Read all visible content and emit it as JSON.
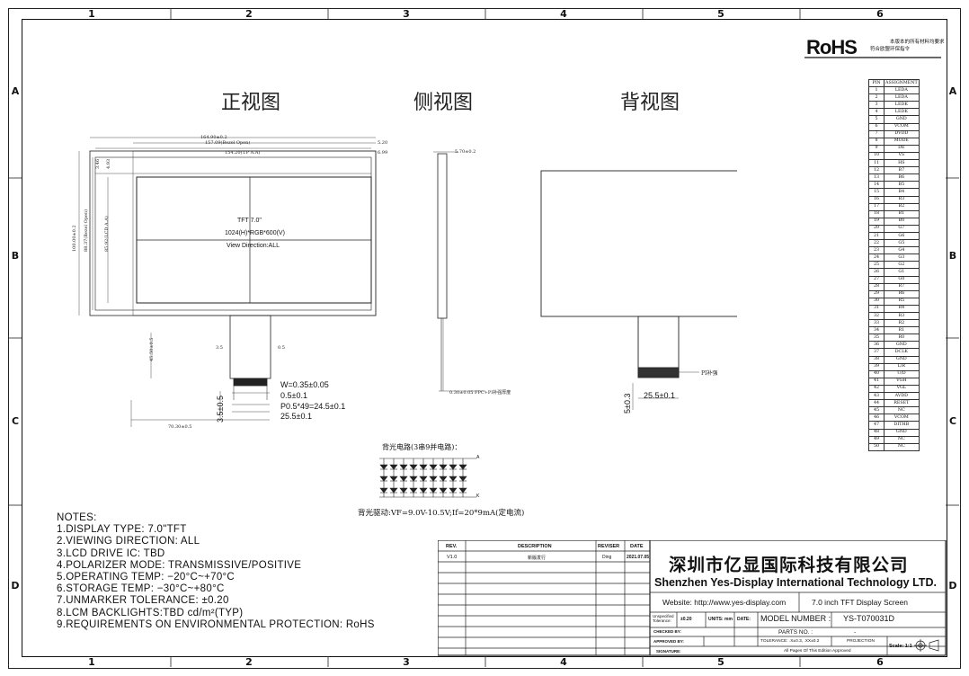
{
  "zones": {
    "columns": [
      "1",
      "2",
      "3",
      "4",
      "5",
      "6"
    ],
    "rows": [
      "A",
      "B",
      "C",
      "D"
    ]
  },
  "views": {
    "front": "正视图",
    "side": "侧视图",
    "back": "背视图"
  },
  "front_dims": {
    "w_outer": "164.90±0.2",
    "w_aa_lcd": "157.09(Bezel Open)",
    "w_aa": "154.20(T.P A.A)",
    "d1": "5.20",
    "d2": "6.99",
    "h_outer": "100.00±0.2",
    "h_bezel": "88.37(Bezel Open)",
    "h_aa": "85.92(LCD A.A)",
    "top1": "3.46",
    "top2": "4.93",
    "tft1": "TFT 7.0\"",
    "tft2": "1024(H)*RGB*600(V)",
    "tft3": "View Direction:ALL",
    "fpc_len": "45.50±0.5",
    "fpc_small": "3.5",
    "fpc_small2": "0.5",
    "left_x": "70.30±0.5",
    "w_pitch": "W=0.35±0.05",
    "d_05": "0.5±0.1",
    "pitch": "P0.5*49=24.5±0.1",
    "width_fpc": "25.5±0.1",
    "vert35": "3.5±0.5"
  },
  "side_dims": {
    "thickness": "5.70±0.2",
    "fpc_thick": "0.30±0.05 FPC+PI补强厚度"
  },
  "back_dims": {
    "pi": "PI补强",
    "width": "25.5±0.1",
    "vert": "5±0.3"
  },
  "backlight": {
    "title": "背光电路(3串9并电路)：",
    "anode": "A",
    "cathode": "K",
    "drive": "背光驱动:VF=9.0V-10.5V;If=20*9mA(定电流)"
  },
  "notes": {
    "title": "NOTES:",
    "items": [
      "1.DISPLAY TYPE:  7.0\"TFT",
      "2.VIEWING DIRECTION: ALL",
      "3.LCD DRIVE IC: TBD",
      "4.POLARIZER MODE: TRANSMISSIVE/POSITIVE",
      "5.OPERATING TEMP: −20°C~+70°C",
      "6.STORAGE TEMP: −30°C~+80°C",
      "7.UNMARKER TOLERANCE: ±0.20",
      "8.LCM BACKLIGHTS:TBD cd/m²(TYP)",
      "9.REQUIREMENTS ON ENVIRONMENTAL PROTECTION: RoHS"
    ]
  },
  "rohs": {
    "logo": "RoHS",
    "line1": "本版本的所有材料均要求",
    "line2": "符合欧盟环保指令"
  },
  "pin_table": {
    "headers": [
      "PIN",
      "ASSIGNMENT"
    ],
    "rows": [
      [
        "1",
        "LEDA"
      ],
      [
        "2",
        "LEDA"
      ],
      [
        "3",
        "LEDK"
      ],
      [
        "4",
        "LEDK"
      ],
      [
        "5",
        "GND"
      ],
      [
        "6",
        "VCOM"
      ],
      [
        "7",
        "DVDD"
      ],
      [
        "8",
        "MODE"
      ],
      [
        "9",
        "DE"
      ],
      [
        "10",
        "VS"
      ],
      [
        "11",
        "HS"
      ],
      [
        "12",
        "B7"
      ],
      [
        "13",
        "B6"
      ],
      [
        "14",
        "B5"
      ],
      [
        "15",
        "B4"
      ],
      [
        "16",
        "B3"
      ],
      [
        "17",
        "B2"
      ],
      [
        "18",
        "B1"
      ],
      [
        "19",
        "B0"
      ],
      [
        "20",
        "G7"
      ],
      [
        "21",
        "G6"
      ],
      [
        "22",
        "G5"
      ],
      [
        "23",
        "G4"
      ],
      [
        "24",
        "G3"
      ],
      [
        "25",
        "G2"
      ],
      [
        "26",
        "G1"
      ],
      [
        "27",
        "G0"
      ],
      [
        "28",
        "R7"
      ],
      [
        "29",
        "R6"
      ],
      [
        "30",
        "R5"
      ],
      [
        "31",
        "R4"
      ],
      [
        "32",
        "R3"
      ],
      [
        "33",
        "R2"
      ],
      [
        "34",
        "R1"
      ],
      [
        "35",
        "R0"
      ],
      [
        "36",
        "GND"
      ],
      [
        "37",
        "DCLK"
      ],
      [
        "38",
        "GND"
      ],
      [
        "39",
        "L/R"
      ],
      [
        "40",
        "U/D"
      ],
      [
        "41",
        "VGH"
      ],
      [
        "42",
        "VGL"
      ],
      [
        "43",
        "AVDD"
      ],
      [
        "44",
        "RESET"
      ],
      [
        "45",
        "NC"
      ],
      [
        "46",
        "VCOM"
      ],
      [
        "47",
        "DITHB"
      ],
      [
        "48",
        "GND"
      ],
      [
        "49",
        "NC"
      ],
      [
        "50",
        "NC"
      ]
    ]
  },
  "revision_block": {
    "headers": [
      "REV.",
      "DESCRIPTION",
      "REVISER",
      "DATE"
    ],
    "rows": [
      [
        "V1.0",
        "新版发行",
        "Ding",
        "2021.07.05"
      ]
    ]
  },
  "title_block": {
    "company_cn": "深圳市亿显国际科技有限公司",
    "company_en": "Shenzhen Yes-Display International Technology LTD.",
    "website": "Website: http://www.yes-display.com",
    "product": "7.0 inch TFT Display Screen",
    "unspecified": "Unspecified Tolerance:",
    "unspecified_val": "±0.20",
    "units": "UNITS: mm",
    "date_label": "DATE:",
    "model_label": "MODEL NUMBER :",
    "model_value": "YS-T070031D",
    "checked": "CHECKED BY:",
    "approved": "APPROVED BY:",
    "signature": "SIGNATURE:",
    "parts_no": "PARTS NO. :",
    "parts_val": "-",
    "tolerance": "TOLERANCE:  .X±0.3, .XX±0.2",
    "projection": "PROJECTION",
    "all_pages": "All Pages Of This Edition Approved",
    "scale": "Scale: 1:1"
  }
}
